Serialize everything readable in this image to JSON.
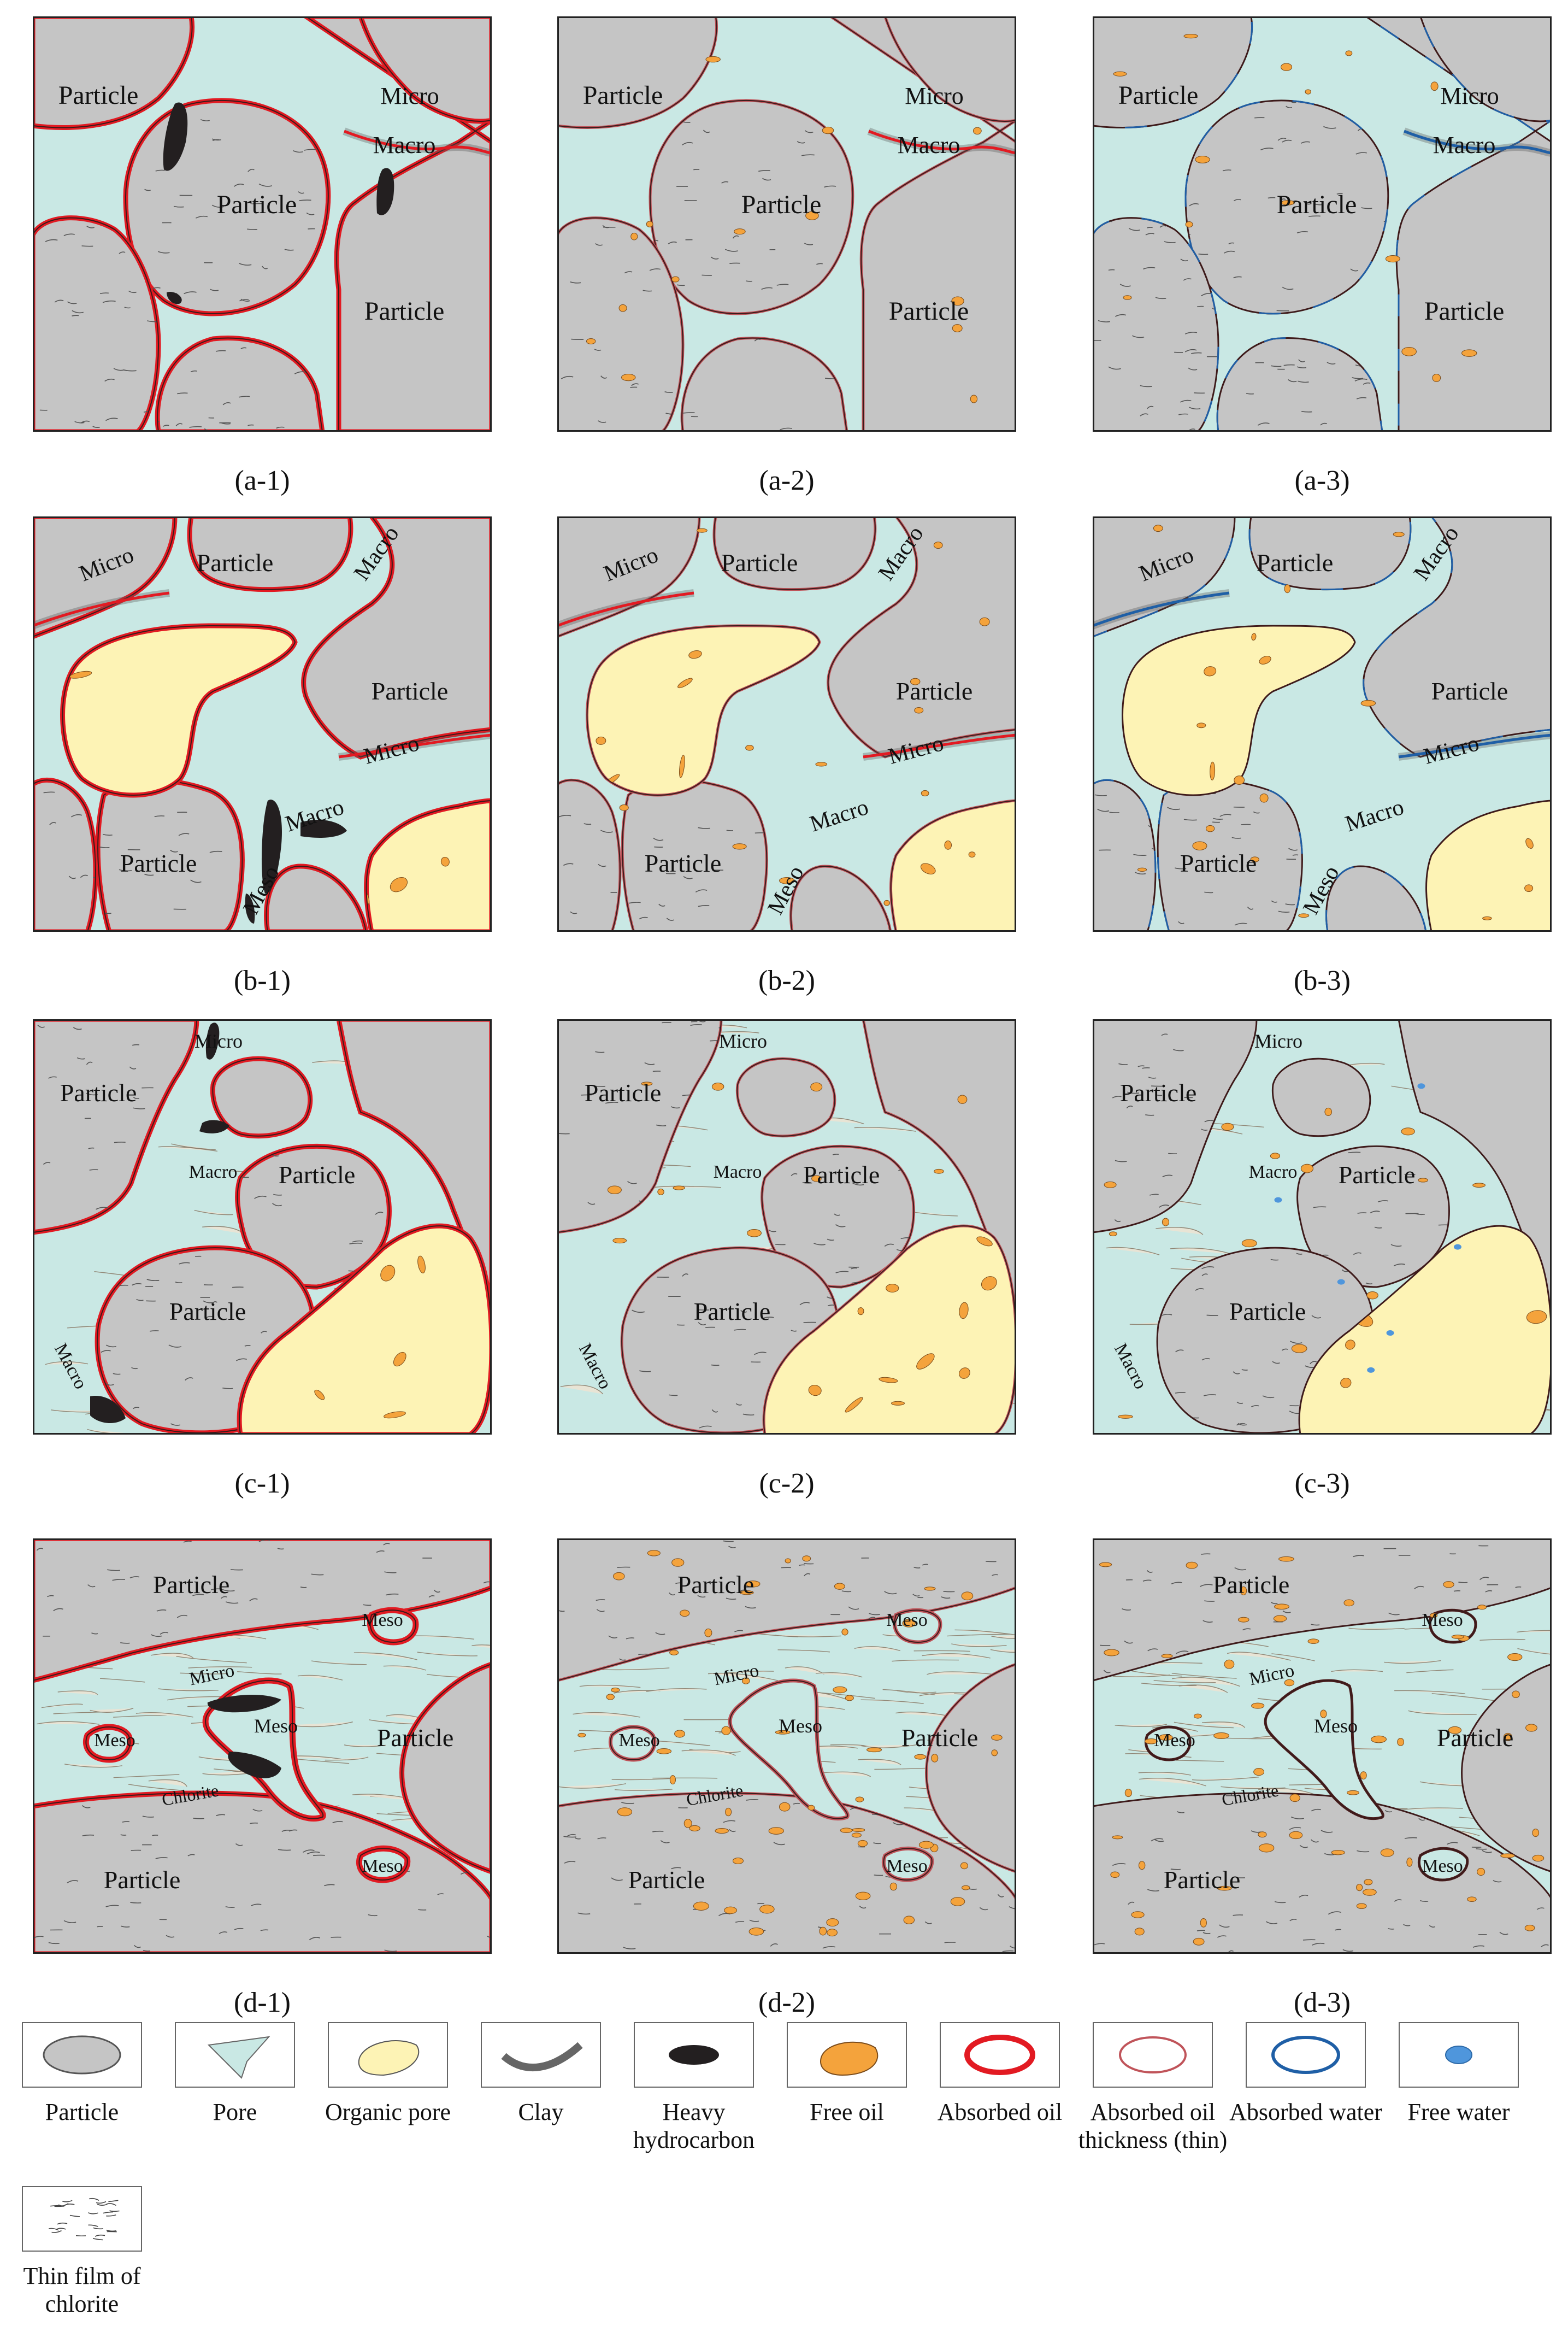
{
  "colors": {
    "particle": "#c5c5c5",
    "pore": "#c9e8e4",
    "organic_pore": "#fdf3b5",
    "clay": "#ece4d4",
    "heavy_hydrocarbon": "#231f20",
    "free_oil": "#f4a33c",
    "absorbed_oil": "#e21a22",
    "absorbed_oil_thin": "#c0545a",
    "absorbed_water": "#1f5fa6",
    "free_water": "#4f96dc",
    "outline": "#4a1c1c"
  },
  "panels": [
    {
      "id": "a-1",
      "caption": "(a-1)",
      "row": "a",
      "labels": [
        "Particle",
        "Particle",
        "Particle",
        "Micro",
        "Macro"
      ]
    },
    {
      "id": "a-2",
      "caption": "(a-2)",
      "row": "a",
      "labels": [
        "Particle",
        "Particle",
        "Particle",
        "Micro",
        "Macro"
      ]
    },
    {
      "id": "a-3",
      "caption": "(a-3)",
      "row": "a",
      "labels": [
        "Particle",
        "Particle",
        "Particle",
        "Micro",
        "Macro"
      ]
    },
    {
      "id": "b-1",
      "caption": "(b-1)",
      "row": "b",
      "labels": [
        "Particle",
        "Particle",
        "Particle",
        "Micro",
        "Macro",
        "Micro",
        "Macro",
        "Meso"
      ]
    },
    {
      "id": "b-2",
      "caption": "(b-2)",
      "row": "b",
      "labels": [
        "Particle",
        "Particle",
        "Particle",
        "Micro",
        "Macro",
        "Micro",
        "Macro",
        "Meso"
      ]
    },
    {
      "id": "b-3",
      "caption": "(b-3)",
      "row": "b",
      "labels": [
        "Particle",
        "Particle",
        "Particle",
        "Micro",
        "Macro",
        "Micro",
        "Macro",
        "Meso"
      ]
    },
    {
      "id": "c-1",
      "caption": "(c-1)",
      "row": "c",
      "labels": [
        "Particle",
        "Particle",
        "Particle",
        "Micro",
        "Macro",
        "Macro"
      ]
    },
    {
      "id": "c-2",
      "caption": "(c-2)",
      "row": "c",
      "labels": [
        "Particle",
        "Particle",
        "Particle",
        "Micro",
        "Macro",
        "Macro"
      ]
    },
    {
      "id": "c-3",
      "caption": "(c-3)",
      "row": "c",
      "labels": [
        "Particle",
        "Particle",
        "Particle",
        "Micro",
        "Macro",
        "Macro"
      ]
    },
    {
      "id": "d-1",
      "caption": "(d-1)",
      "row": "d",
      "labels": [
        "Particle",
        "Particle",
        "Particle",
        "Meso",
        "Meso",
        "Meso",
        "Meso",
        "Micro",
        "Chlorite"
      ]
    },
    {
      "id": "d-2",
      "caption": "(d-2)",
      "row": "d",
      "labels": [
        "Particle",
        "Particle",
        "Particle",
        "Meso",
        "Meso",
        "Meso",
        "Meso",
        "Micro",
        "Chlorite"
      ]
    },
    {
      "id": "d-3",
      "caption": "(d-3)",
      "row": "d",
      "labels": [
        "Particle",
        "Particle",
        "Particle",
        "Meso",
        "Meso",
        "Meso",
        "Meso",
        "Micro",
        "Chlorite"
      ]
    }
  ],
  "legend": [
    {
      "key": "particle",
      "label": "Particle"
    },
    {
      "key": "pore",
      "label": "Pore"
    },
    {
      "key": "organic_pore",
      "label": "Organic pore"
    },
    {
      "key": "clay",
      "label": "Clay"
    },
    {
      "key": "heavy_hydrocarbon",
      "label": "Heavy hydrocarbon"
    },
    {
      "key": "free_oil",
      "label": "Free oil"
    },
    {
      "key": "absorbed_oil",
      "label": "Absorbed oil"
    },
    {
      "key": "absorbed_oil_thin",
      "label": "Absorbed oil thickness (thin)"
    },
    {
      "key": "absorbed_water",
      "label": "Absorbed water"
    },
    {
      "key": "free_water",
      "label": "Free water"
    },
    {
      "key": "chlorite_film",
      "label": "Thin film of chlorite"
    }
  ]
}
